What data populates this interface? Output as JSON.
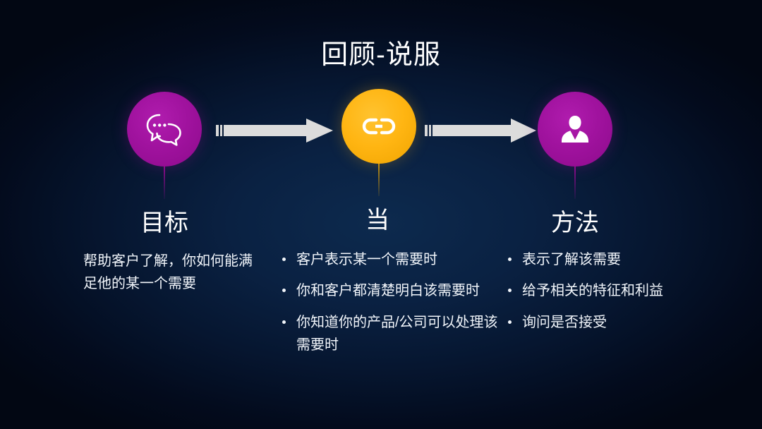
{
  "slide": {
    "title": "回顾-说服",
    "background_color": "#03091a",
    "background_center_color": "#0d2a4e"
  },
  "nodes": [
    {
      "id": "node-goal",
      "icon": "chat-bubble-icon",
      "color": "#a0129e",
      "heading": "目标"
    },
    {
      "id": "node-when",
      "icon": "chain-link-icon",
      "color": "#ffb512",
      "heading": "当"
    },
    {
      "id": "node-method",
      "icon": "person-icon",
      "color": "#a0129e",
      "heading": "方法"
    }
  ],
  "arrows": [
    {
      "id": "arrow-1",
      "icon": "right-arrow-icon",
      "color": "#dcdcdc"
    },
    {
      "id": "arrow-2",
      "icon": "right-arrow-icon",
      "color": "#dcdcdc"
    }
  ],
  "columns": {
    "goal": {
      "heading": "目标",
      "paragraph": "帮助客户了解，你如何能满足他的某一个需要"
    },
    "when": {
      "heading": "当",
      "bullets": [
        "客户表示某一个需要时",
        "你和客户都清楚明白该需要时",
        "你知道你的产品/公司可以处理该需要时"
      ]
    },
    "method": {
      "heading": "方法",
      "bullets": [
        "表示了解该需要",
        "给予相关的特征和利益",
        "询问是否接受"
      ]
    }
  }
}
